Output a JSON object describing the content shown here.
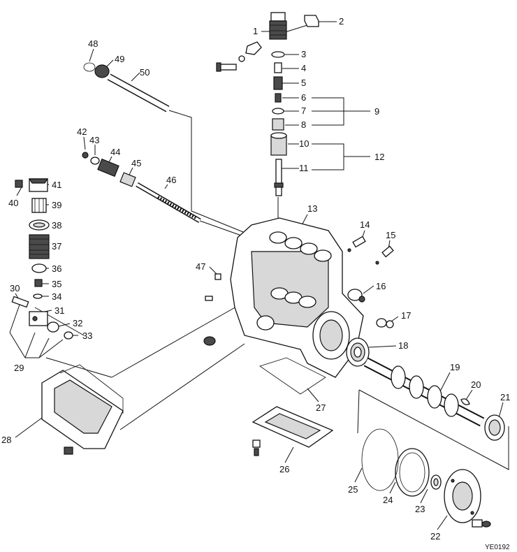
{
  "labels": [
    "1",
    "2",
    "3",
    "4",
    "5",
    "6",
    "7",
    "8",
    "9",
    "10",
    "11",
    "12",
    "13",
    "14",
    "15",
    "16",
    "17",
    "18",
    "19",
    "20",
    "21",
    "22",
    "23",
    "24",
    "25",
    "26",
    "27",
    "28",
    "29",
    "30",
    "31",
    "32",
    "33",
    "34",
    "35",
    "36",
    "37",
    "38",
    "39",
    "40",
    "41",
    "42",
    "43",
    "44",
    "45",
    "46",
    "47",
    "48",
    "49",
    "50"
  ],
  "code": "YE0192"
}
